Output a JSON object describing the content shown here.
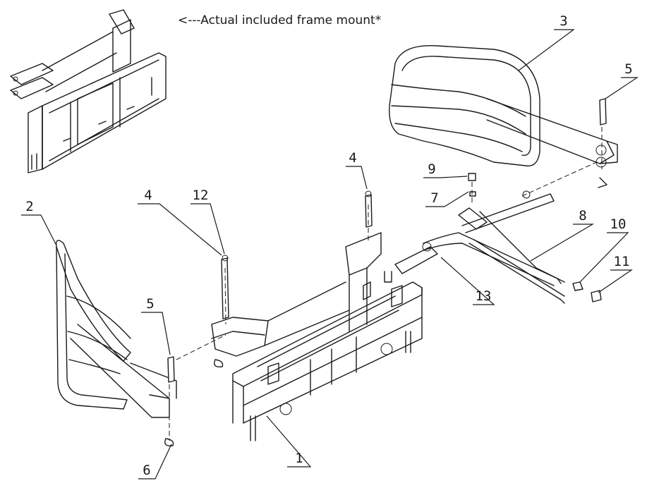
{
  "caption": "<---Actual included frame mount*",
  "callouts": [
    "1",
    "2",
    "3",
    "4",
    "4",
    "5",
    "5",
    "6",
    "7",
    "8",
    "9",
    "10",
    "11",
    "12",
    "13"
  ]
}
